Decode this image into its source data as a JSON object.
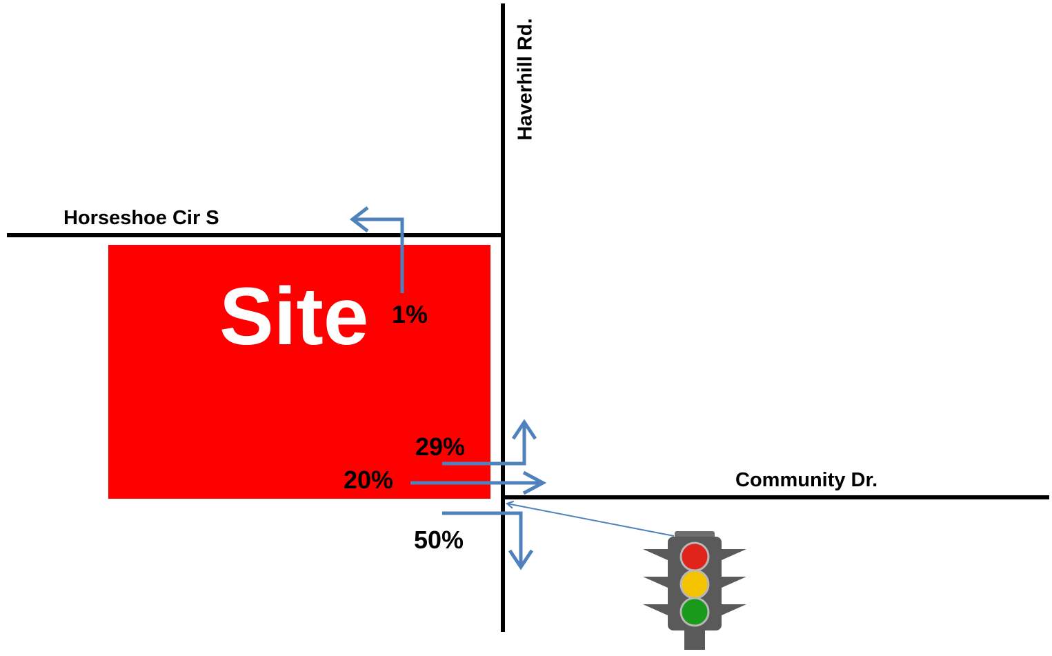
{
  "roads": {
    "horseshoe": "Horseshoe Cir S",
    "haverhill": "Haverhill Rd.",
    "community": "Community Dr."
  },
  "site": {
    "label": "Site",
    "color": "#ff0000"
  },
  "distribution": {
    "pct_north_horseshoe": "1%",
    "pct_left_north": "29%",
    "pct_through": "20%",
    "pct_right_south": "50%"
  },
  "colors": {
    "arrow": "#4f81bd",
    "road": "#000000",
    "signal_red": "#e0231b",
    "signal_yellow": "#f5c400",
    "signal_green": "#1a9a1a",
    "signal_housing": "#5a5a5a"
  },
  "icons": {
    "signal": "traffic-light-icon"
  }
}
